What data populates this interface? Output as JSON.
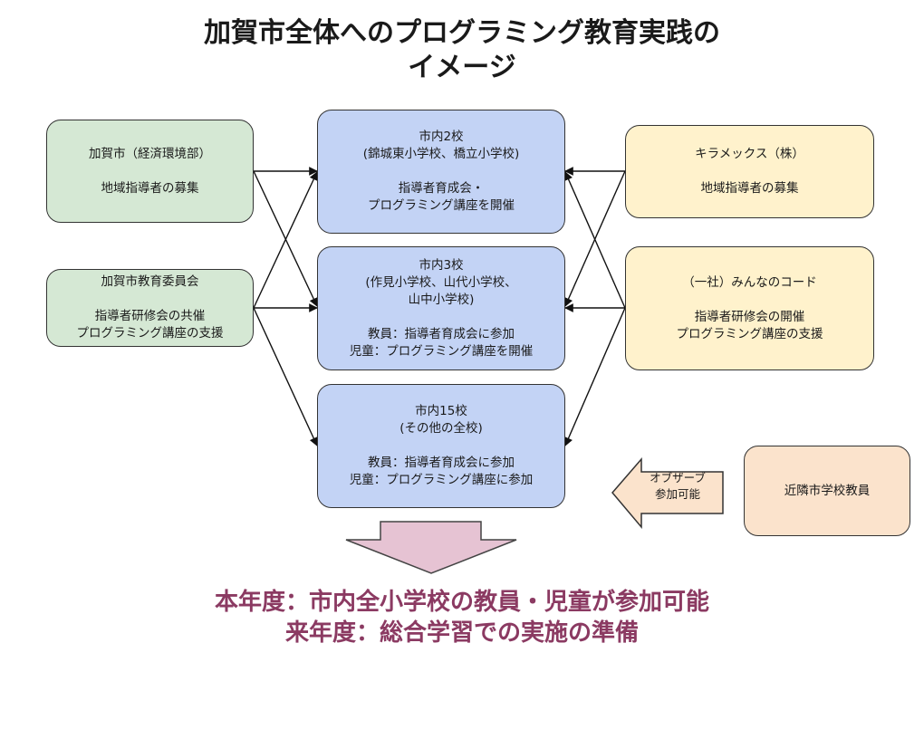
{
  "title": {
    "line1": "加賀市全体へのプログラミング教育実践の",
    "line2": "イメージ"
  },
  "left_nodes": [
    {
      "lines": [
        "加賀市（経済環境部）",
        "",
        "地域指導者の募集"
      ]
    },
    {
      "lines": [
        "加賀市教育委員会",
        "",
        "指導者研修会の共催",
        "プログラミング講座の支援"
      ]
    }
  ],
  "center_nodes": [
    {
      "lines": [
        "市内2校",
        "(錦城東小学校、橋立小学校)",
        "",
        "指導者育成会・",
        "プログラミング講座を開催"
      ]
    },
    {
      "lines": [
        "市内3校",
        "(作見小学校、山代小学校、",
        "山中小学校)",
        "",
        "教員：指導者育成会に参加",
        "児童：プログラミング講座を開催"
      ]
    },
    {
      "lines": [
        "市内15校",
        "(その他の全校)",
        "",
        "教員：指導者育成会に参加",
        "児童：プログラミング講座に参加"
      ]
    }
  ],
  "right_nodes": [
    {
      "lines": [
        "キラメックス（株）",
        "",
        "地域指導者の募集"
      ]
    },
    {
      "lines": [
        "（一社）みんなのコード",
        "",
        "指導者研修会の開催",
        "プログラミング講座の支援"
      ]
    }
  ],
  "observer_node": {
    "lines": [
      "近隣市学校教員"
    ]
  },
  "observer_arrow": {
    "lines": [
      "オブザーブ",
      "参加可能"
    ]
  },
  "conclusion": {
    "line1": "本年度：市内全小学校の教員・児童が参加可能",
    "line2": "来年度：総合学習での実施の準備"
  },
  "colors": {
    "left_fill": "#d5e8d4",
    "center_fill": "#c3d3f5",
    "right_fill": "#fff2cc",
    "observer_fill": "#fbe3cc",
    "down_arrow_fill": "#e6c3d3",
    "conclusion_text": "#8b3a62"
  }
}
